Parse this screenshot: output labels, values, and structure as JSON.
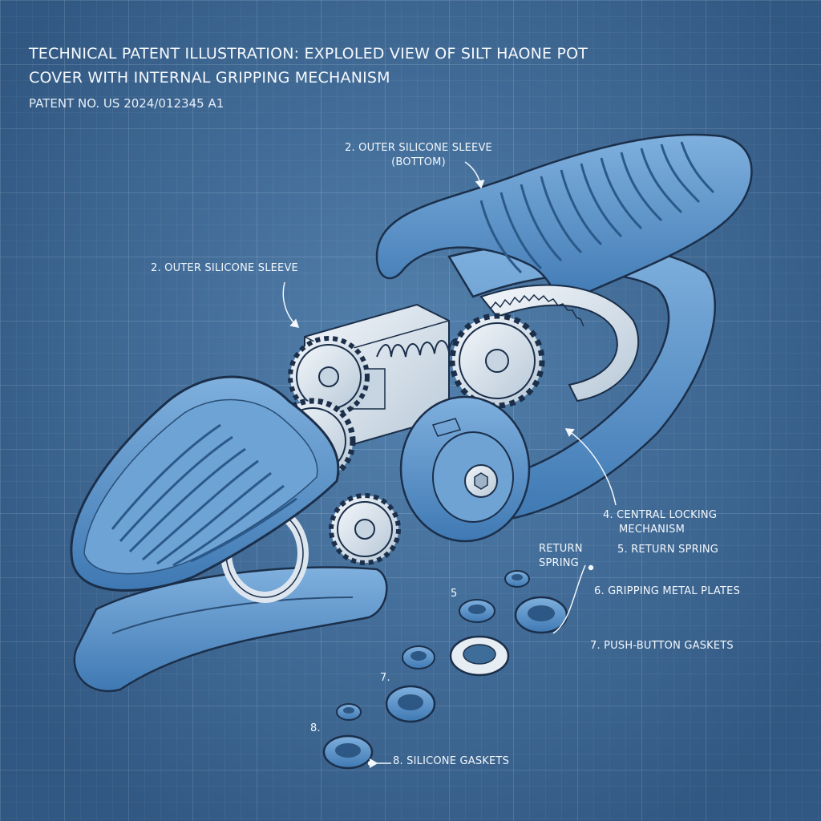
{
  "title": {
    "line1": "TECHNICAL PATENT ILLUSTRATION: EXPLOLED VIEW OF SILT HAONE POT",
    "line2": "COVER WITH INTERNAL GRIPPING MECHANISM",
    "patent_no": "PATENT NO. US 2024/012345 A1"
  },
  "callouts": {
    "sleeve_bottom_1": "2. OUTER SILICONE SLEEVE",
    "sleeve_bottom_2": "(BOTTOM)",
    "sleeve": "2. OUTER SILICONE SLEEVE",
    "locking_1": "4. CENTRAL LOCKING",
    "locking_2": "MECHANISM",
    "return_spring": "5. RETURN SPRING",
    "return_left_1": "RETURN",
    "return_left_2": "SPRING",
    "num_5": "5",
    "plates": "6. GRIPPING METAL PLATES",
    "push_button": "7. PUSH-BUTTON GASKETS",
    "num_7": "7.",
    "num_8": "8.",
    "gaskets": "8. SILICONE GASKETS"
  },
  "colors": {
    "background": "#406e9c",
    "rubber": "#5b93c9",
    "metal": "#dde6ee",
    "outline": "#1b2f4a",
    "text": "#f2f7fc"
  }
}
